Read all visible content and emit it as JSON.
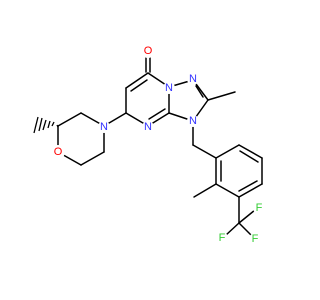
{
  "molecule": {
    "colors": {
      "bond": "#000000",
      "carbon": "#000000",
      "nitrogen": "#3333ff",
      "oxygen": "#ff0000",
      "fluorine": "#33cc33"
    },
    "atom_labels": {
      "carbonyl_oxygen": "O",
      "n_bridge": "N",
      "n_ring_top": "N",
      "n_ring_benzyl": "N",
      "n_pyrimidine": "N",
      "n_morpholine": "N",
      "morpholine_oxygen": "O",
      "fluorine_top": "F",
      "fluorine_left": "F",
      "fluorine_bottom": "F"
    }
  }
}
